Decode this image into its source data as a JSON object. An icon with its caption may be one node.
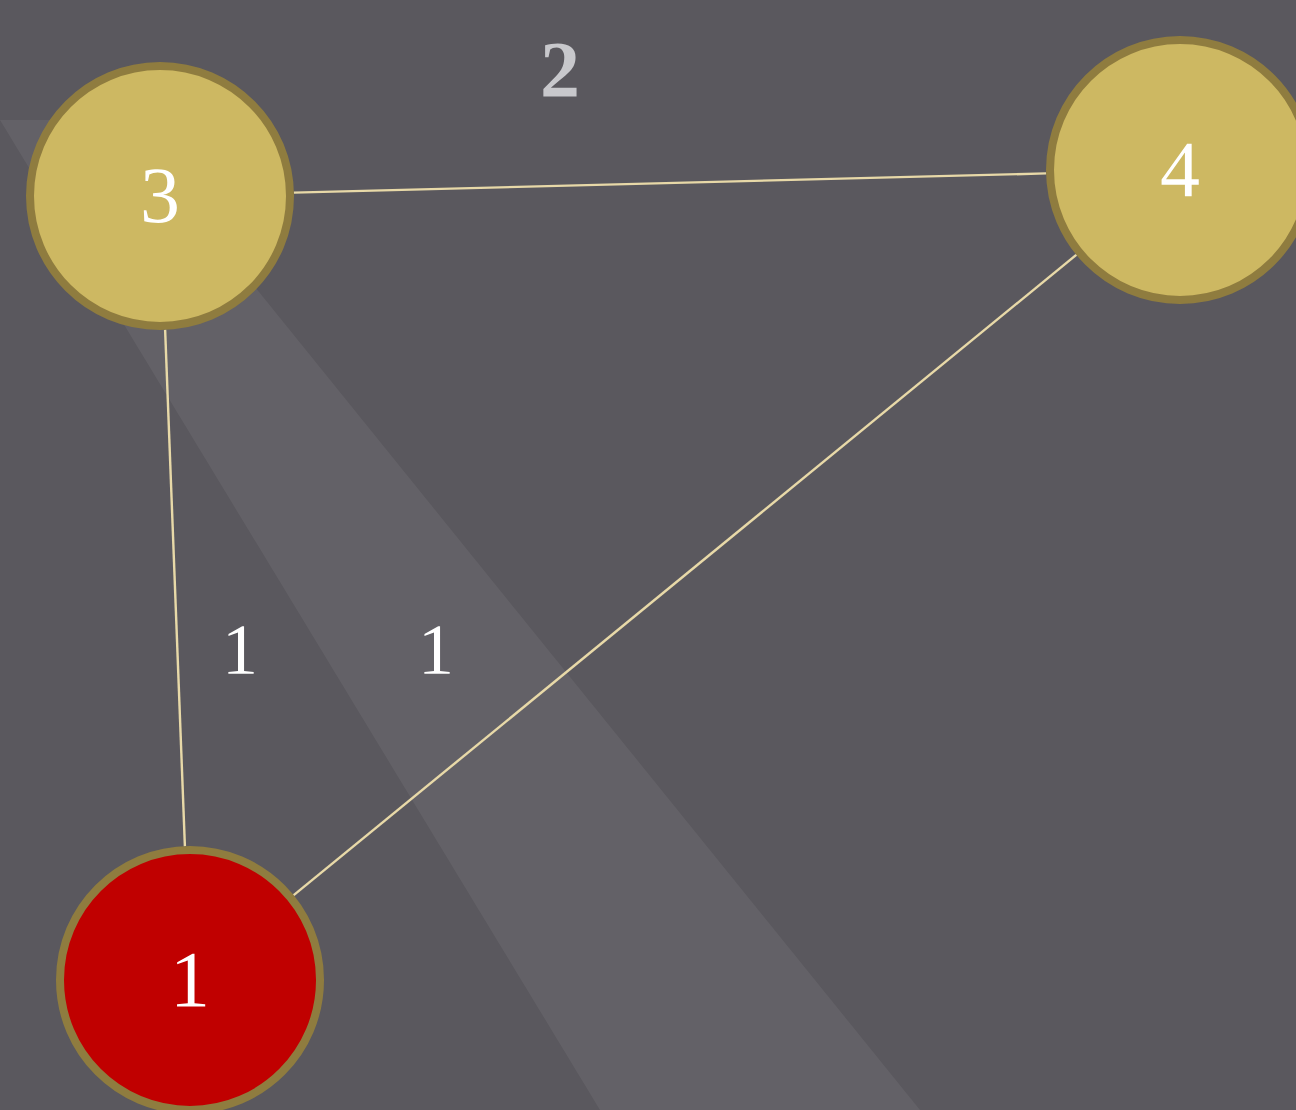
{
  "diagram": {
    "nodes": [
      {
        "text": [
          "3"
        ]
      },
      {
        "text": [
          "4"
        ]
      },
      {
        "text": [
          "1"
        ]
      }
    ],
    "edges": [
      {
        "from": 0,
        "to": 1,
        "arrow": "none",
        "label": "2"
      },
      {
        "from": 0,
        "to": 2,
        "arrow": "none",
        "label": "1"
      },
      {
        "from": 2,
        "to": 1,
        "arrow": "none",
        "label": "1"
      }
    ]
  }
}
